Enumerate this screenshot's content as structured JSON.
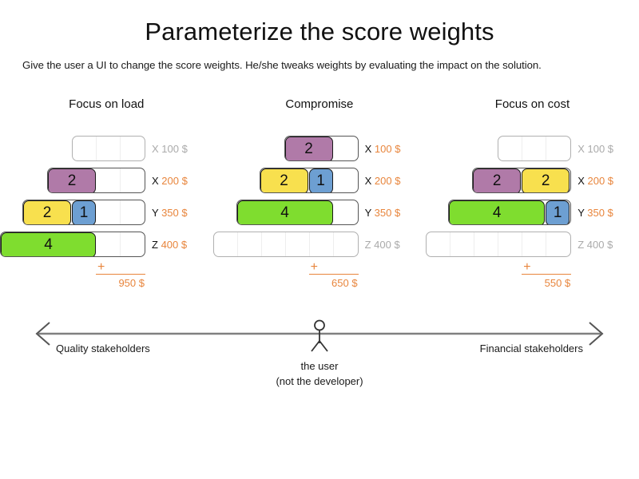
{
  "header": {
    "title": "Parameterize the score weights",
    "subtitle": "Give the user a UI to change the score weights. He/she tweaks weights by evaluating the impact on the solution."
  },
  "colors": {
    "purple": "#b07aa8",
    "yellow": "#f8e04e",
    "blue": "#6d9fd2",
    "green": "#7fdd2f",
    "orange": "#e8853c",
    "inactive_grey": "#aaaaaa",
    "axis_grey": "#808080"
  },
  "scenarios": [
    {
      "title": "Focus on load",
      "rows": [
        {
          "letter": "X",
          "amount": "100 $",
          "active": false,
          "segments": [],
          "empty_cells": 3
        },
        {
          "letter": "X",
          "amount": "200 $",
          "active": true,
          "segments": [
            {
              "value": "2",
              "color": "purple",
              "cells": 2
            }
          ],
          "empty_cells": 2
        },
        {
          "letter": "Y",
          "amount": "350 $",
          "active": true,
          "segments": [
            {
              "value": "2",
              "color": "yellow",
              "cells": 2
            },
            {
              "value": "1",
              "color": "blue",
              "cells": 1
            }
          ],
          "empty_cells": 2
        },
        {
          "letter": "Z",
          "amount": "400 $",
          "active": true,
          "segments": [
            {
              "value": "4",
              "color": "green",
              "cells": 4
            }
          ],
          "empty_cells": 2
        }
      ],
      "sum_plus": "+",
      "sum_total": "950 $"
    },
    {
      "title": "Compromise",
      "rows": [
        {
          "letter": "X",
          "amount": "100 $",
          "active": true,
          "segments": [
            {
              "value": "2",
              "color": "purple",
              "cells": 2
            }
          ],
          "empty_cells": 1
        },
        {
          "letter": "X",
          "amount": "200 $",
          "active": true,
          "segments": [
            {
              "value": "2",
              "color": "yellow",
              "cells": 2
            },
            {
              "value": "1",
              "color": "blue",
              "cells": 1
            }
          ],
          "empty_cells": 1
        },
        {
          "letter": "Y",
          "amount": "350 $",
          "active": true,
          "segments": [
            {
              "value": "4",
              "color": "green",
              "cells": 4
            }
          ],
          "empty_cells": 1
        },
        {
          "letter": "Z",
          "amount": "400 $",
          "active": false,
          "segments": [],
          "empty_cells": 6
        }
      ],
      "sum_plus": "+",
      "sum_total": "650 $"
    },
    {
      "title": "Focus on cost",
      "rows": [
        {
          "letter": "X",
          "amount": "100 $",
          "active": false,
          "segments": [],
          "empty_cells": 3
        },
        {
          "letter": "X",
          "amount": "200 $",
          "active": true,
          "segments": [
            {
              "value": "2",
              "color": "purple",
              "cells": 2
            },
            {
              "value": "2",
              "color": "yellow",
              "cells": 2
            }
          ],
          "empty_cells": 0
        },
        {
          "letter": "Y",
          "amount": "350 $",
          "active": true,
          "segments": [
            {
              "value": "4",
              "color": "green",
              "cells": 4
            },
            {
              "value": "1",
              "color": "blue",
              "cells": 1
            }
          ],
          "empty_cells": 0
        },
        {
          "letter": "Z",
          "amount": "400 $",
          "active": false,
          "segments": [],
          "empty_cells": 6
        }
      ],
      "sum_plus": "+",
      "sum_total": "550 $"
    }
  ],
  "spectrum": {
    "left_label": "Quality stakeholders",
    "right_label": "Financial stakeholders",
    "user_caption_line1": "the user",
    "user_caption_line2": "(not the developer)"
  }
}
